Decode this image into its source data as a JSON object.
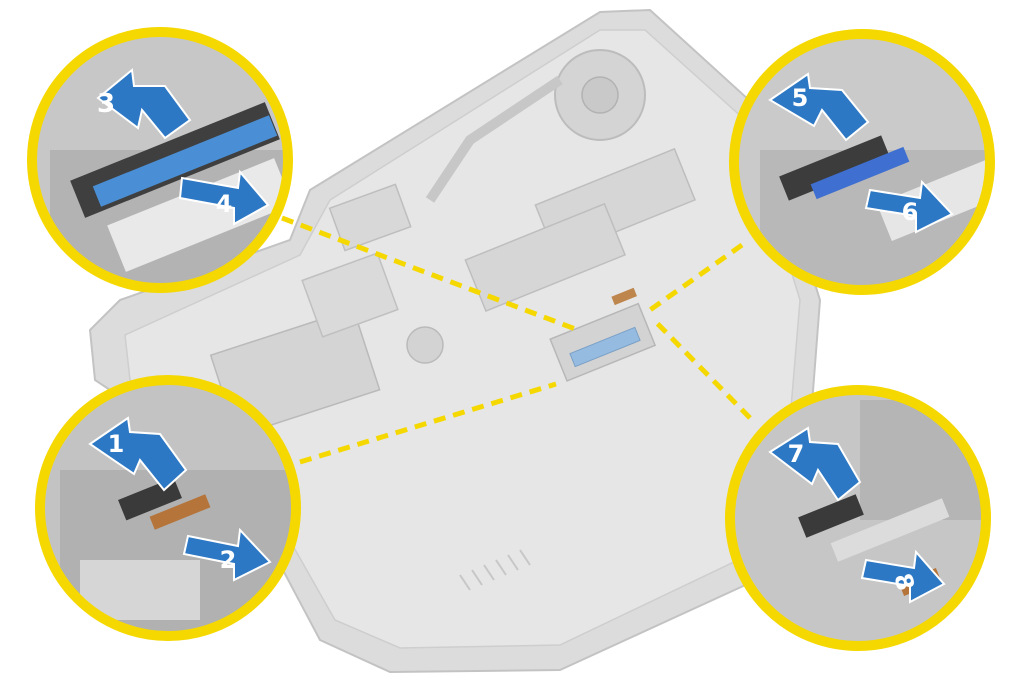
{
  "diagram": {
    "callout_ring_color": "#f5d800",
    "arrow_fill_color": "#2d78c4",
    "arrow_label_color": "#ffffff",
    "dashed_leader_color": "#f5d800",
    "laptop_body_color": "#d9d9d9",
    "callouts": [
      {
        "id": "top-left",
        "subject": "keyboard-cable-wide-connector",
        "steps": [
          {
            "number": "3",
            "direction": "up-and-left"
          },
          {
            "number": "4",
            "direction": "down-and-right"
          }
        ]
      },
      {
        "id": "top-right",
        "subject": "narrow-ribbon-connector",
        "steps": [
          {
            "number": "5",
            "direction": "up-and-left"
          },
          {
            "number": "6",
            "direction": "down-and-right"
          }
        ]
      },
      {
        "id": "bottom-left",
        "subject": "small-flex-cable-connector",
        "steps": [
          {
            "number": "1",
            "direction": "up-and-left"
          },
          {
            "number": "2",
            "direction": "down-and-right"
          }
        ]
      },
      {
        "id": "bottom-right",
        "subject": "small-flex-cable-connector",
        "steps": [
          {
            "number": "7",
            "direction": "up-and-left"
          },
          {
            "number": "8",
            "direction": "down-and-right"
          }
        ]
      }
    ]
  }
}
